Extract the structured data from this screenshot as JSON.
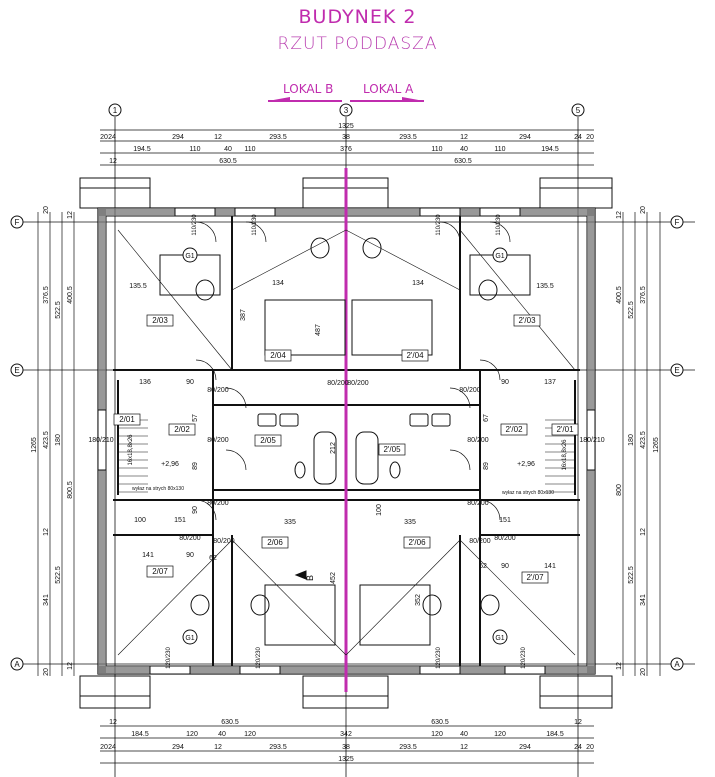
{
  "header": {
    "title": "BUDYNEK 2",
    "subtitle": "RZUT PODDASZA",
    "lokal_b": "LOKAL B",
    "lokal_a": "LOKAL A"
  },
  "colors": {
    "accent": "#c02cae",
    "lines": "#111111",
    "walls": "#555555"
  },
  "axes": {
    "vertical": [
      "1",
      "3",
      "5"
    ],
    "horizontal": [
      "F",
      "E",
      "A"
    ]
  },
  "dimensions": {
    "top": [
      [
        "1325"
      ],
      [
        "20",
        "24",
        "294",
        "12",
        "293.5",
        "38",
        "293.5",
        "12",
        "294",
        "24",
        "20"
      ],
      [
        "194.5",
        "110",
        "40",
        "110",
        "376",
        "110",
        "40",
        "110",
        "194.5"
      ],
      [
        "12",
        "630.5",
        "630.5"
      ]
    ],
    "bottom": [
      [
        "12",
        "630.5",
        "630.5",
        "12"
      ],
      [
        "184.5",
        "120",
        "40",
        "120",
        "342",
        "120",
        "40",
        "120",
        "184.5"
      ],
      [
        "20",
        "24",
        "294",
        "12",
        "293.5",
        "38",
        "293.5",
        "12",
        "294",
        "24",
        "20"
      ],
      [
        "1325"
      ]
    ],
    "left": [
      [
        "1265"
      ],
      [
        "20",
        "376.5",
        "423.5",
        "12",
        "341",
        "20"
      ],
      [
        "522.5",
        "180",
        "522.5"
      ],
      [
        "12",
        "400.5",
        "800.5",
        "12"
      ]
    ],
    "right": [
      [
        "1265"
      ],
      [
        "20",
        "376.5",
        "423.5",
        "12",
        "341",
        "20"
      ],
      [
        "522.5",
        "180",
        "522.5"
      ],
      [
        "12",
        "400.5",
        "800",
        "12"
      ]
    ]
  },
  "rooms": [
    "2/03",
    "2/04",
    "2/01",
    "2/02",
    "2/05",
    "2/06",
    "2/07",
    "2'/03",
    "2'/04",
    "2'/01",
    "2'/02",
    "2'/05",
    "2'/06",
    "2'/07"
  ],
  "openings": {
    "windows_top": [
      "110/230",
      "110/230",
      "110/230",
      "110/230"
    ],
    "windows_bottom": [
      "120/230",
      "120/230",
      "120/230",
      "120/230"
    ],
    "windows_side": [
      "180/210",
      "180/210"
    ],
    "doors": [
      "80/200",
      "80/200",
      "80/200",
      "80/200",
      "80/200",
      "80/200",
      "80/200",
      "80/200",
      "80/200",
      "80/200",
      "80/200",
      "80/200"
    ]
  },
  "interior_dims": [
    "135.5",
    "134",
    "387",
    "487",
    "136",
    "90",
    "57",
    "89",
    "90",
    "100",
    "151",
    "335",
    "141",
    "90",
    "62",
    "212",
    "452",
    "134",
    "135.5",
    "137",
    "90",
    "67",
    "89",
    "100",
    "151",
    "335",
    "141",
    "90",
    "62",
    "352"
  ],
  "annotations": {
    "g1": [
      "G1",
      "G1",
      "G1",
      "G1"
    ],
    "level": [
      "+2,96",
      "+2,96"
    ],
    "hatch_label": [
      "wyłaz na strych 80x130",
      "wyłaz na strych 80x130"
    ],
    "stairs": [
      "16x18,8x26",
      "16x18,8x26"
    ],
    "section": "B"
  }
}
